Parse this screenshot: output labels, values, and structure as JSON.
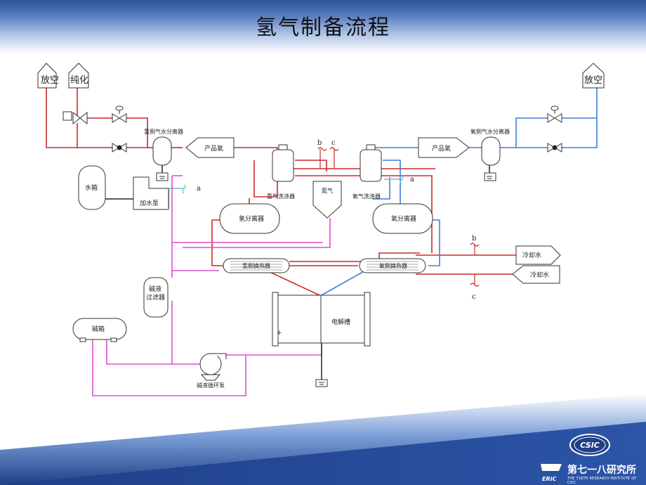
{
  "title": "氢气制备流程",
  "labels": {
    "vent_left": "放空",
    "purify": "纯化",
    "vent_right": "放空",
    "h2_side_separator": "氢侧气水分离器",
    "o2_side_separator": "氧侧气水分离器",
    "product_h2": "产品氧",
    "product_o2": "产品氧",
    "water_tank": "水箱",
    "feed_pump": "加水泵",
    "h2_scrubber": "氢气洗涤器",
    "o2_scrubber": "氧气洗涤器",
    "nitrogen": "氮气",
    "h2_separator": "氢分离器",
    "o2_separator": "氧分离器",
    "h2_cooler": "氢侧换热器",
    "o2_cooler": "氧侧换热器",
    "cooling_water_out": "冷却水",
    "cooling_water_in": "冷却水",
    "lye_filter_1": "碱液",
    "lye_filter_2": "过滤器",
    "electrolyzer": "电解槽",
    "lye_tank": "碱箱",
    "lye_pump": "碱液循环泵",
    "tag_a_left": "a",
    "tag_a_right": "a",
    "tag_b_top": "b",
    "tag_c_top": "c",
    "tag_b_right": "b",
    "tag_c_right": "c",
    "plus_sign": "+"
  },
  "logo": {
    "badge": "CSIC",
    "mark": "ERIC",
    "name_cn": "第七一八研究所",
    "name_en": "THE 718TH RESEARCH INSTITUTE OF CSIC"
  },
  "colors": {
    "hydrogen_line": "#cc2a2a",
    "oxygen_line": "#3d7fd9",
    "lye_line": "#e14ed1",
    "water_line": "#5fc5d6",
    "outline": "#333333",
    "footer_blue": "#1f3f87"
  }
}
